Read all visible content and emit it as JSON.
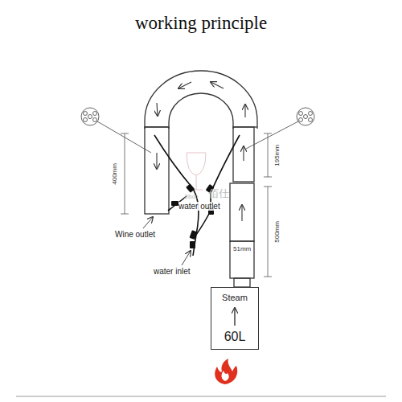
{
  "diagram": {
    "title": "working principle",
    "nodes": [
      {
        "text": [
          "Steam",
          "60L"
        ]
      }
    ],
    "labels": [
      "400mm",
      "195mm",
      "500mm",
      "51mm",
      "water outlet",
      "Wine outlet",
      "water inlet",
      "Zibou",
      "佰仕"
    ]
  }
}
